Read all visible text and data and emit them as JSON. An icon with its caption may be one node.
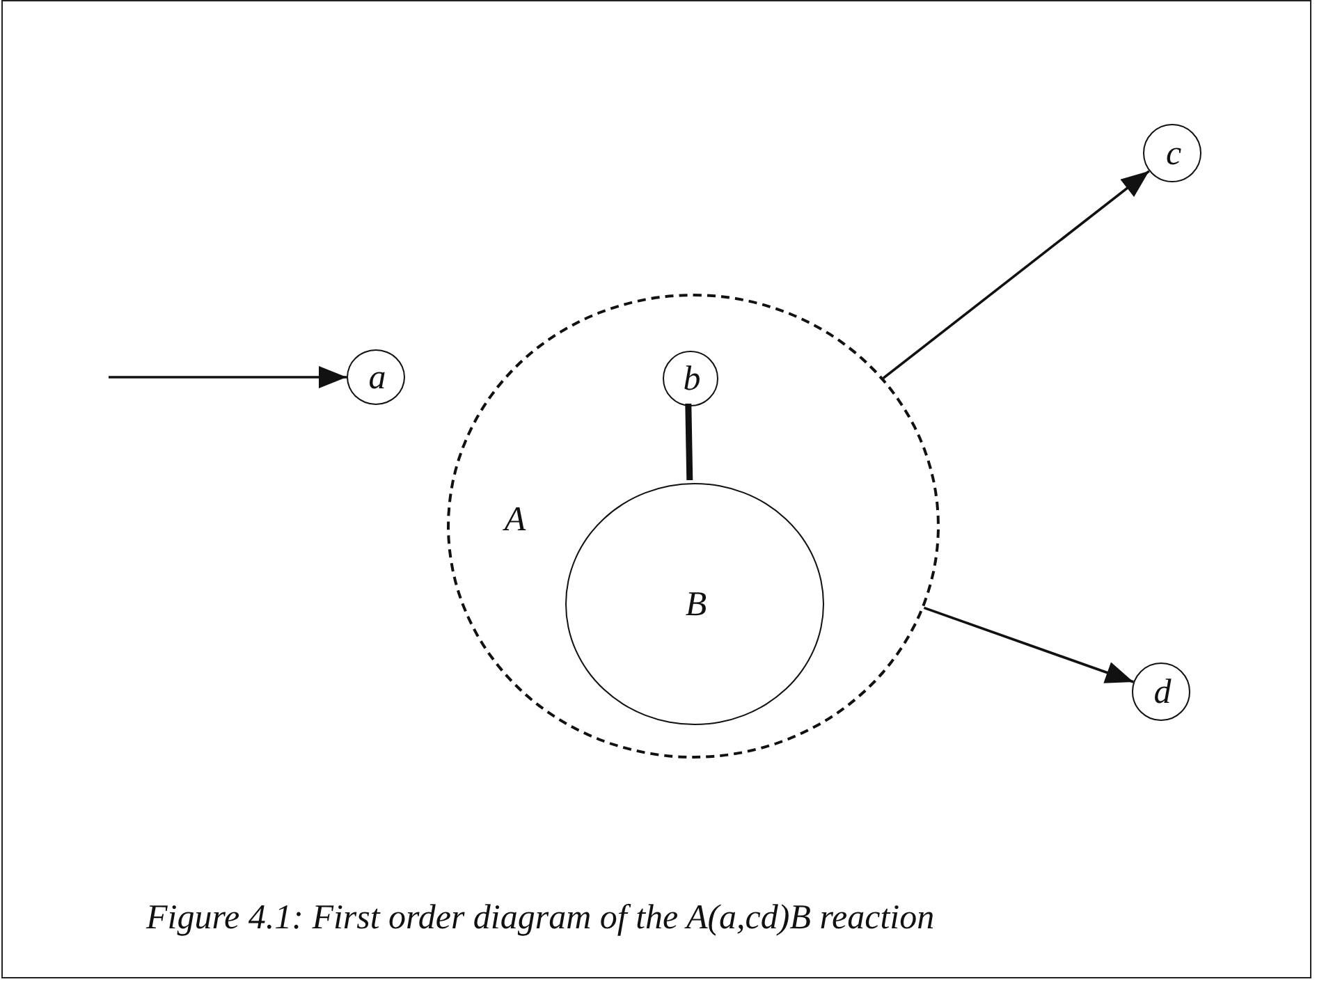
{
  "diagram": {
    "caption": "Figure 4.1: First order diagram of the A(a,cd)B reaction",
    "nodes": [
      {
        "text": [
          "a"
        ]
      },
      {
        "text": [
          "A"
        ]
      },
      {
        "text": [
          "b"
        ],
        "in": 1
      },
      {
        "text": [
          "B"
        ],
        "in": 1
      },
      {
        "text": [
          "c"
        ]
      },
      {
        "text": [
          "d"
        ]
      }
    ],
    "edges": [
      {
        "from": null,
        "to": 0,
        "arrow": "to"
      },
      {
        "from": 2,
        "to": 3,
        "arrow": "none",
        "style": "thick"
      },
      {
        "from": 1,
        "to": 4,
        "arrow": "to"
      },
      {
        "from": 1,
        "to": 5,
        "arrow": "to"
      }
    ]
  }
}
